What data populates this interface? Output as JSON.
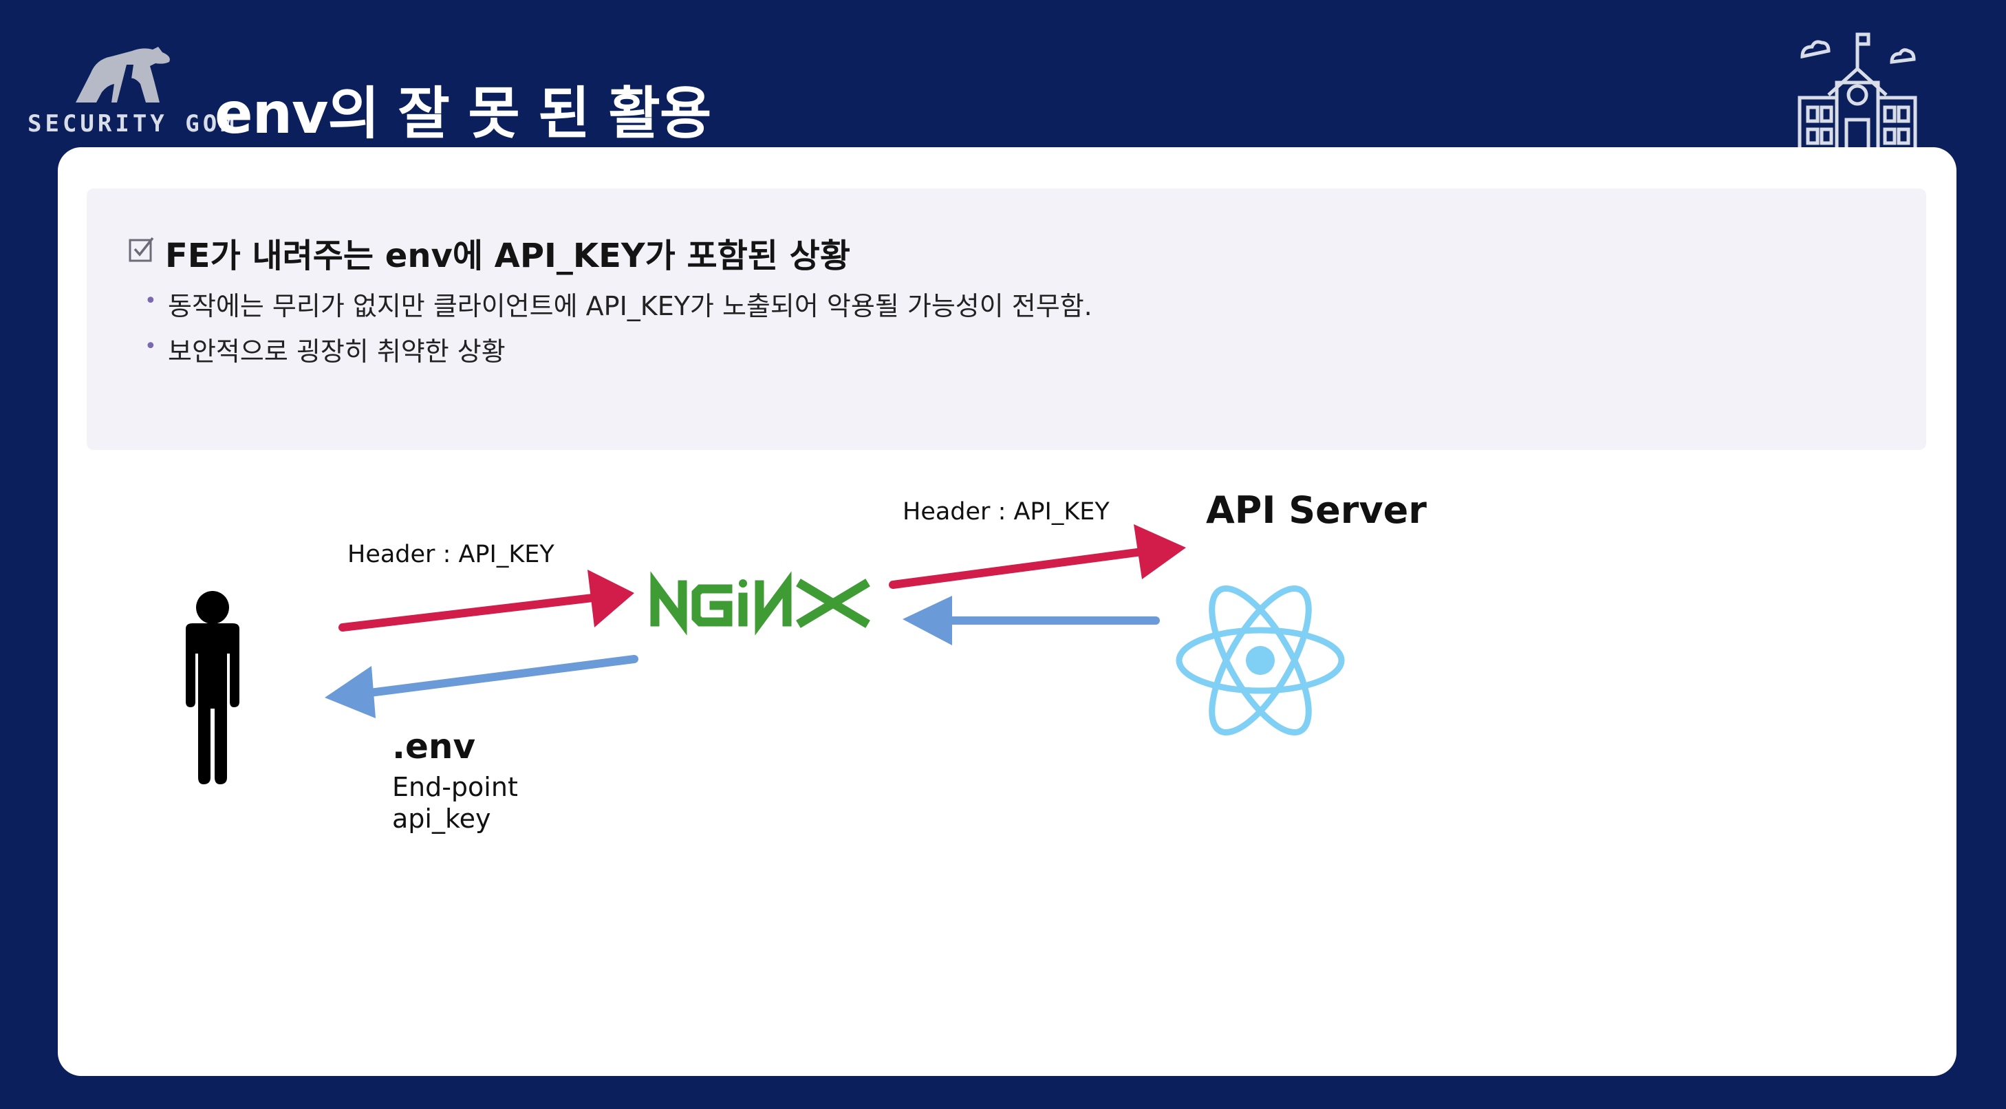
{
  "header": {
    "logo_text": "SECURITY GOM",
    "title": "env의 잘 못 된 활용"
  },
  "panel": {
    "heading": "FE가 내려주는 env에 API_KEY가 포함된 상황",
    "bullets": [
      "동작에는 무리가 없지만 클라이언트에 API_KEY가 노출되어 악용될 가능성이 전무함.",
      "보안적으로 굉장히 취약한 상황"
    ]
  },
  "diagram": {
    "client_to_nginx_label": "Header : API_KEY",
    "nginx_to_server_label": "Header : API_KEY",
    "server_label": "API Server",
    "nginx_logo_text": "NGiNX",
    "env_title": ".env",
    "env_items": [
      "End-point",
      "api_key"
    ]
  },
  "colors": {
    "background": "#0b1f5c",
    "card": "#ffffff",
    "panel": "#f3f2f8",
    "request_arrow": "#d21c4a",
    "response_arrow": "#6a9bd8",
    "nginx_green": "#3f9c35",
    "react_blue": "#7fd0f4"
  },
  "icons": [
    "bear-logo-icon",
    "school-building-icon",
    "checkbox-icon",
    "person-icon",
    "nginx-logo",
    "react-logo"
  ]
}
